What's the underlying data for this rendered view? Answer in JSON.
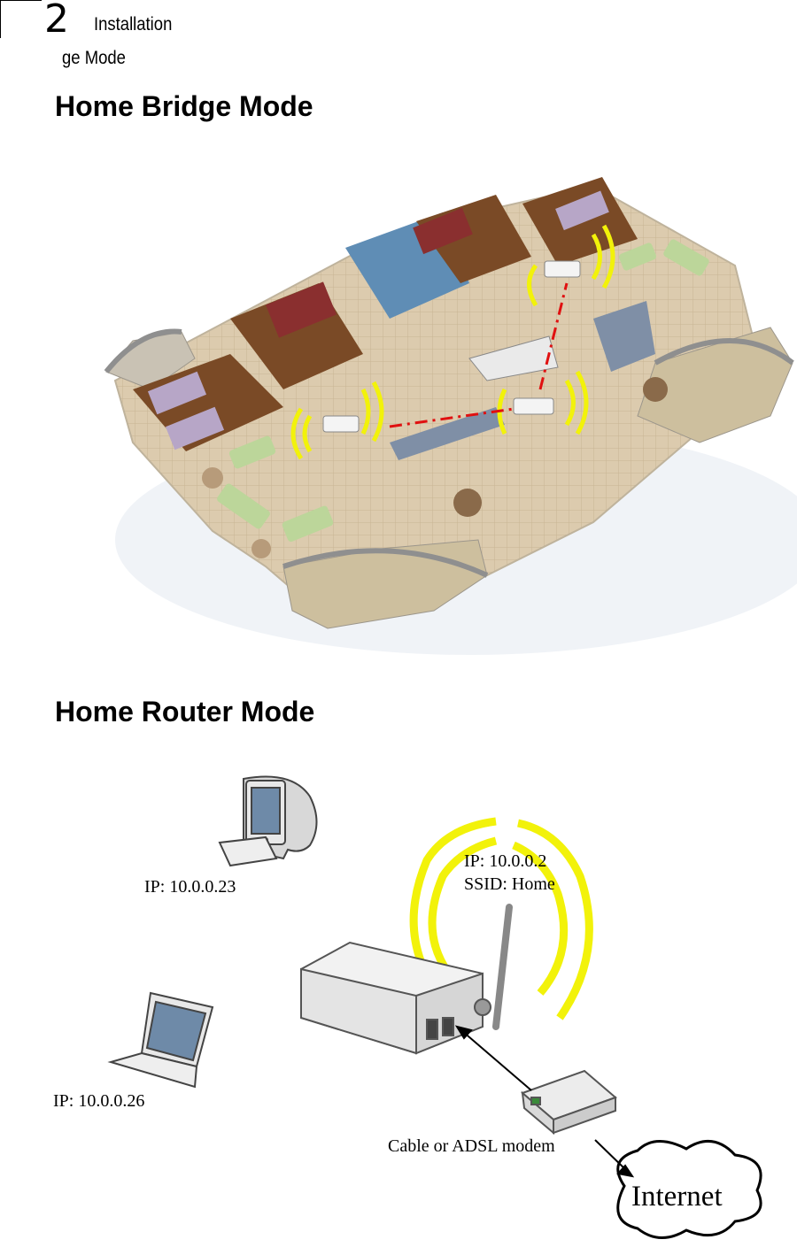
{
  "header": {
    "chapter_number": "2",
    "chapter_title": "Installation",
    "section_fragment": "ge Mode"
  },
  "sections": {
    "bridge_title": "Home Bridge Mode",
    "router_title": "Home Router Mode"
  },
  "diagram": {
    "desktop_ip": "IP: 10.0.0.23",
    "laptop_ip": "IP: 10.0.0.26",
    "router_ip": "IP: 10.0.0.2",
    "router_ssid": "SSID: Home",
    "modem_label": "Cable or ADSL modem",
    "cloud_label": "Internet"
  },
  "colors": {
    "signal": "#f2f20a",
    "link": "#e01010",
    "floor": "#d8c6a8",
    "wood": "#7a4a26"
  },
  "icons": [
    "desktop-computer-icon",
    "laptop-icon",
    "wireless-router-icon",
    "modem-icon",
    "internet-cloud-icon"
  ]
}
